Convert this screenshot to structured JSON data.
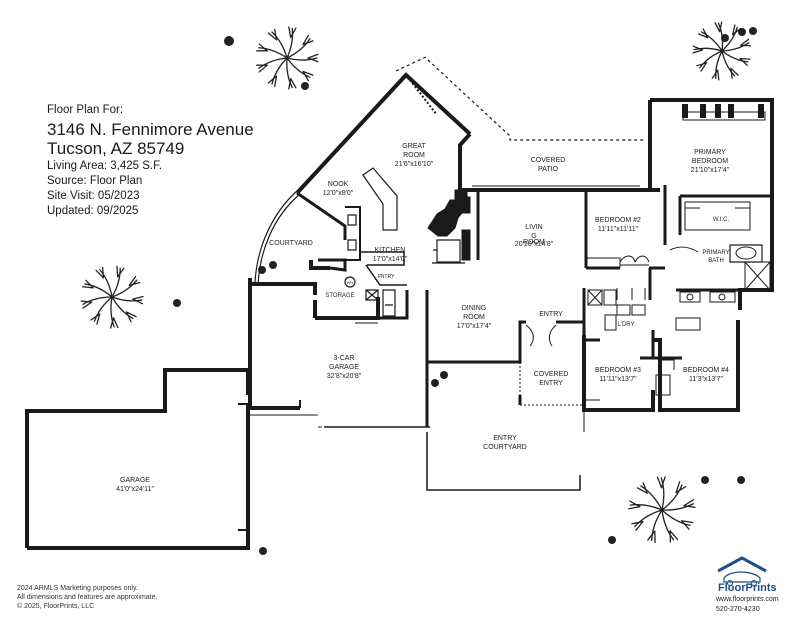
{
  "header": {
    "line1": "Floor Plan For:",
    "street": "3146 N. Fennimore Avenue",
    "city": "Tucson, AZ 85749",
    "living_area": "Living Area: 3,425 S.F.",
    "source": "Source: Floor Plan",
    "site_visit": "Site Visit: 05/2023",
    "updated": "Updated: 09/2025"
  },
  "rooms": {
    "great_room": {
      "name1": "GREAT",
      "name2": "ROOM",
      "dims": "21'6\"x16'10\""
    },
    "covered_patio": {
      "name1": "COVERED",
      "name2": "PATIO"
    },
    "primary_bedroom": {
      "name1": "PRIMARY",
      "name2": "BEDROOM",
      "dims": "21'10\"x17'4\""
    },
    "nook": {
      "name": "NOOK",
      "dims": "12'0\"x8'0\""
    },
    "kitchen": {
      "name": "KITCHEN",
      "dims": "17'0\"x14'0\""
    },
    "living": {
      "name1": "LIVIN",
      "name2": "G",
      "name3": "ROOM",
      "dims": "20'10\"x14'8\""
    },
    "bedroom2": {
      "name": "BEDROOM #2",
      "dims": "11'11\"x11'11\""
    },
    "wic": {
      "name": "W.I.C."
    },
    "primary_bath": {
      "name1": "PRIMARY",
      "name2": "BATH"
    },
    "courtyard": {
      "name": "COURTYARD"
    },
    "storage": {
      "name": "STORAGE"
    },
    "dining": {
      "name1": "DINING",
      "name2": "ROOM",
      "dims": "17'0\"x17'4\""
    },
    "entry": {
      "name": "ENTRY"
    },
    "laundry": {
      "name": "L'DRY"
    },
    "garage3": {
      "name1": "3-CAR",
      "name2": "GARAGE",
      "dims": "32'8\"x20'8\""
    },
    "covered_entry": {
      "name1": "COVERED",
      "name2": "ENTRY"
    },
    "bedroom3": {
      "name": "BEDROOM #3",
      "dims": "11'11\"x13'7\""
    },
    "bedroom4": {
      "name": "BEDROOM #4",
      "dims": "11'3\"x13'7\""
    },
    "entry_courtyard": {
      "name1": "ENTRY",
      "name2": "COURTYARD"
    },
    "garage": {
      "name": "GARAGE",
      "dims": "41'0\"x24'11\""
    },
    "pantry": {
      "name": "PNTRY"
    },
    "wh": {
      "name": "WH"
    }
  },
  "footer": {
    "line1": "2024 ARMLS  Marketing purposes only.",
    "line2": "All dimensions and features are approximate.",
    "line3": "© 2025, FloorPrints, LLC"
  },
  "brand": {
    "name": "FloorPrints",
    "url": "www.floorprints.com",
    "phone": "520-270-4230",
    "color": "#1f4f8a"
  },
  "colors": {
    "wall": "#1a1a1a",
    "line": "#333333",
    "tree": "#222222"
  }
}
